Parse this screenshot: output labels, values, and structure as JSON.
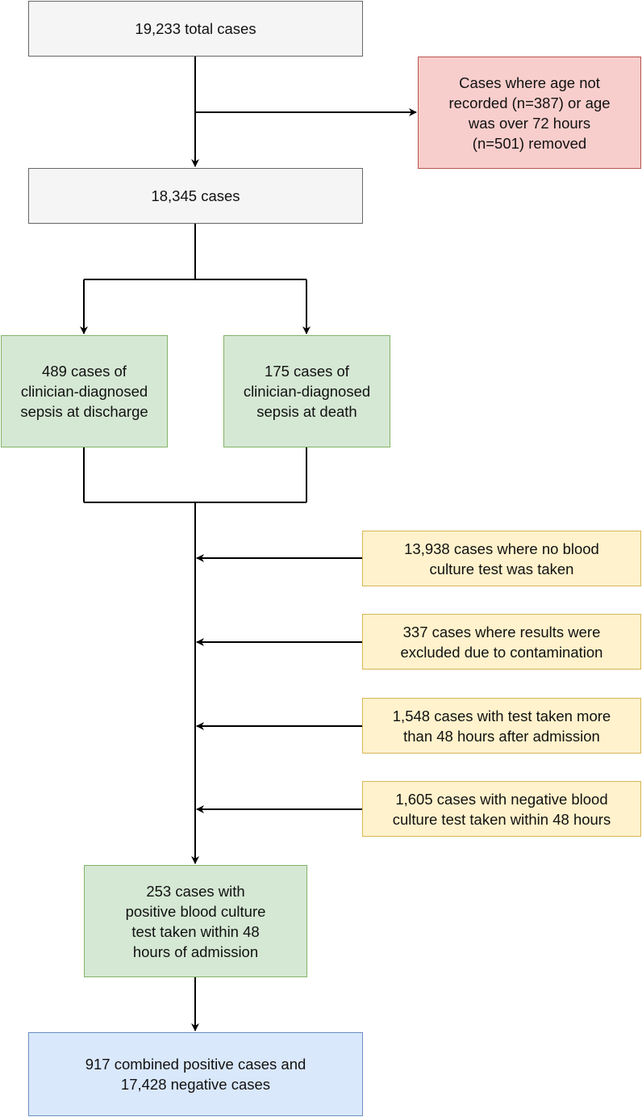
{
  "boxes": {
    "total": "19,233 total cases",
    "removed": "Cases where age not\nrecorded (n=387) or age\nwas over 72 hours\n(n=501) removed",
    "cases": "18,345 cases",
    "discharge": "489 cases of\nclinician-diagnosed\nsepsis at discharge",
    "death": "175 cases of\nclinician-diagnosed\nsepsis at death",
    "no_culture": "13,938 cases where no blood\nculture test was taken",
    "contamination": "337 cases where results were\nexcluded due to contamination",
    "late_test": "1,548 cases with test taken more\nthan 48 hours after admission",
    "negative": "1,605 cases with negative blood\nculture test taken within 48 hours",
    "positive": "253 cases with\npositive blood culture\ntest taken within 48\nhours of admission",
    "combined": "917 combined positive cases and\n17,428 negative cases"
  },
  "colors": {
    "gray_fill": "#f5f5f5",
    "red_fill": "#f8cecc",
    "green_fill": "#d5e8d4",
    "yellow_fill": "#fff2cc",
    "blue_fill": "#dae8fc",
    "line": "#000000"
  }
}
